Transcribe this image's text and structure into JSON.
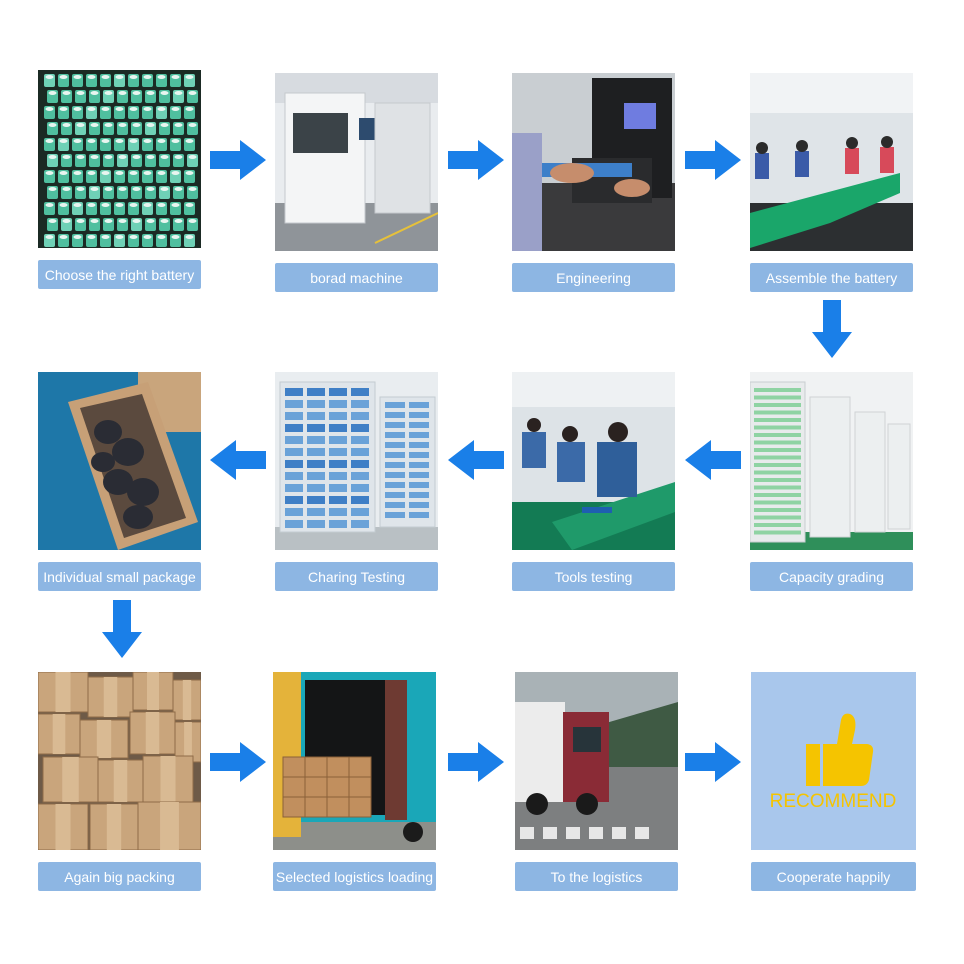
{
  "colors": {
    "arrow": "#1a7fe8",
    "label_bg": "#8db6e3",
    "label_text": "#ffffff",
    "recommend_bg": "#a9c7ec",
    "recommend_text": "#f5c400"
  },
  "steps": [
    {
      "label": "Choose the right battery",
      "image": "battery-cells-photo"
    },
    {
      "label": "borad machine",
      "image": "pcb-machine-photo"
    },
    {
      "label": "Engineering",
      "image": "engineering-workbench-photo"
    },
    {
      "label": "Assemble the battery",
      "image": "assembly-line-photo"
    },
    {
      "label": "Capacity grading",
      "image": "capacity-grading-racks-photo"
    },
    {
      "label": "Tools testing",
      "image": "tools-testing-workers-photo"
    },
    {
      "label": "Charing Testing",
      "image": "charging-testing-racks-photo"
    },
    {
      "label": "Individual small package",
      "image": "small-package-box-photo"
    },
    {
      "label": "Again big packing",
      "image": "big-packing-boxes-photo"
    },
    {
      "label": "Selected logistics loading",
      "image": "truck-loading-photo"
    },
    {
      "label": "To the logistics",
      "image": "logistics-truck-photo"
    },
    {
      "label": "Cooperate happily",
      "image": "recommend-thumbs-up",
      "badge": "RECOMMEND"
    }
  ]
}
